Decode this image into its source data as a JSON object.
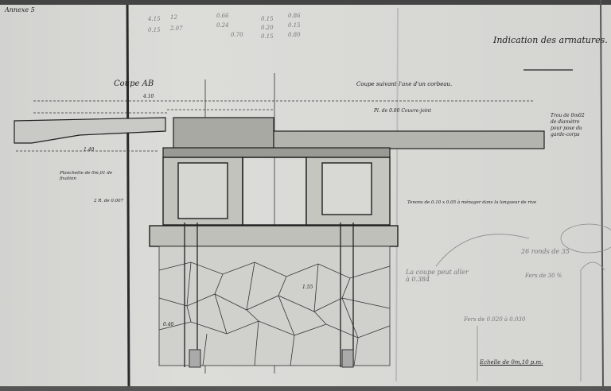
{
  "sheet_label": "Annexe 5",
  "title": "Indication des armatures.",
  "section_ab": "Coupe AB",
  "section_corbeau": "Coupe suivant l'axe d'un corbeau.",
  "scale": "Echelle de 0m,10 p.m.",
  "annotations": {
    "trou": "Trou de 0m02 de diamètre pour pose du garde-corps",
    "plaque": "Pl. de 0.80 Couvre-joint",
    "fers": "Fers de 0.020 à 0.030",
    "coupe_note": "La coupe peut aller à 0.384",
    "pencil_a": "26 ronds de 35",
    "pencil_b": "Fers de 30 %",
    "flanc": "Planchette de 0m,01 de fixation",
    "tenons": "Tenons de 0.10 x 0.05 à ménager dans la longueur de rive",
    "bars": "2 R. de 0.007",
    "dim_total": "4.10",
    "dim_left": "1.40",
    "dim_mid": "1.55",
    "dim_foot": "0.40"
  },
  "pencil_numbers": [
    "4.15",
    "0.15",
    "12",
    "2.07",
    "0.66",
    "0.24",
    "0.70",
    "0.15",
    "0.20",
    "0.15",
    "0.86",
    "0.15",
    "0.80"
  ]
}
